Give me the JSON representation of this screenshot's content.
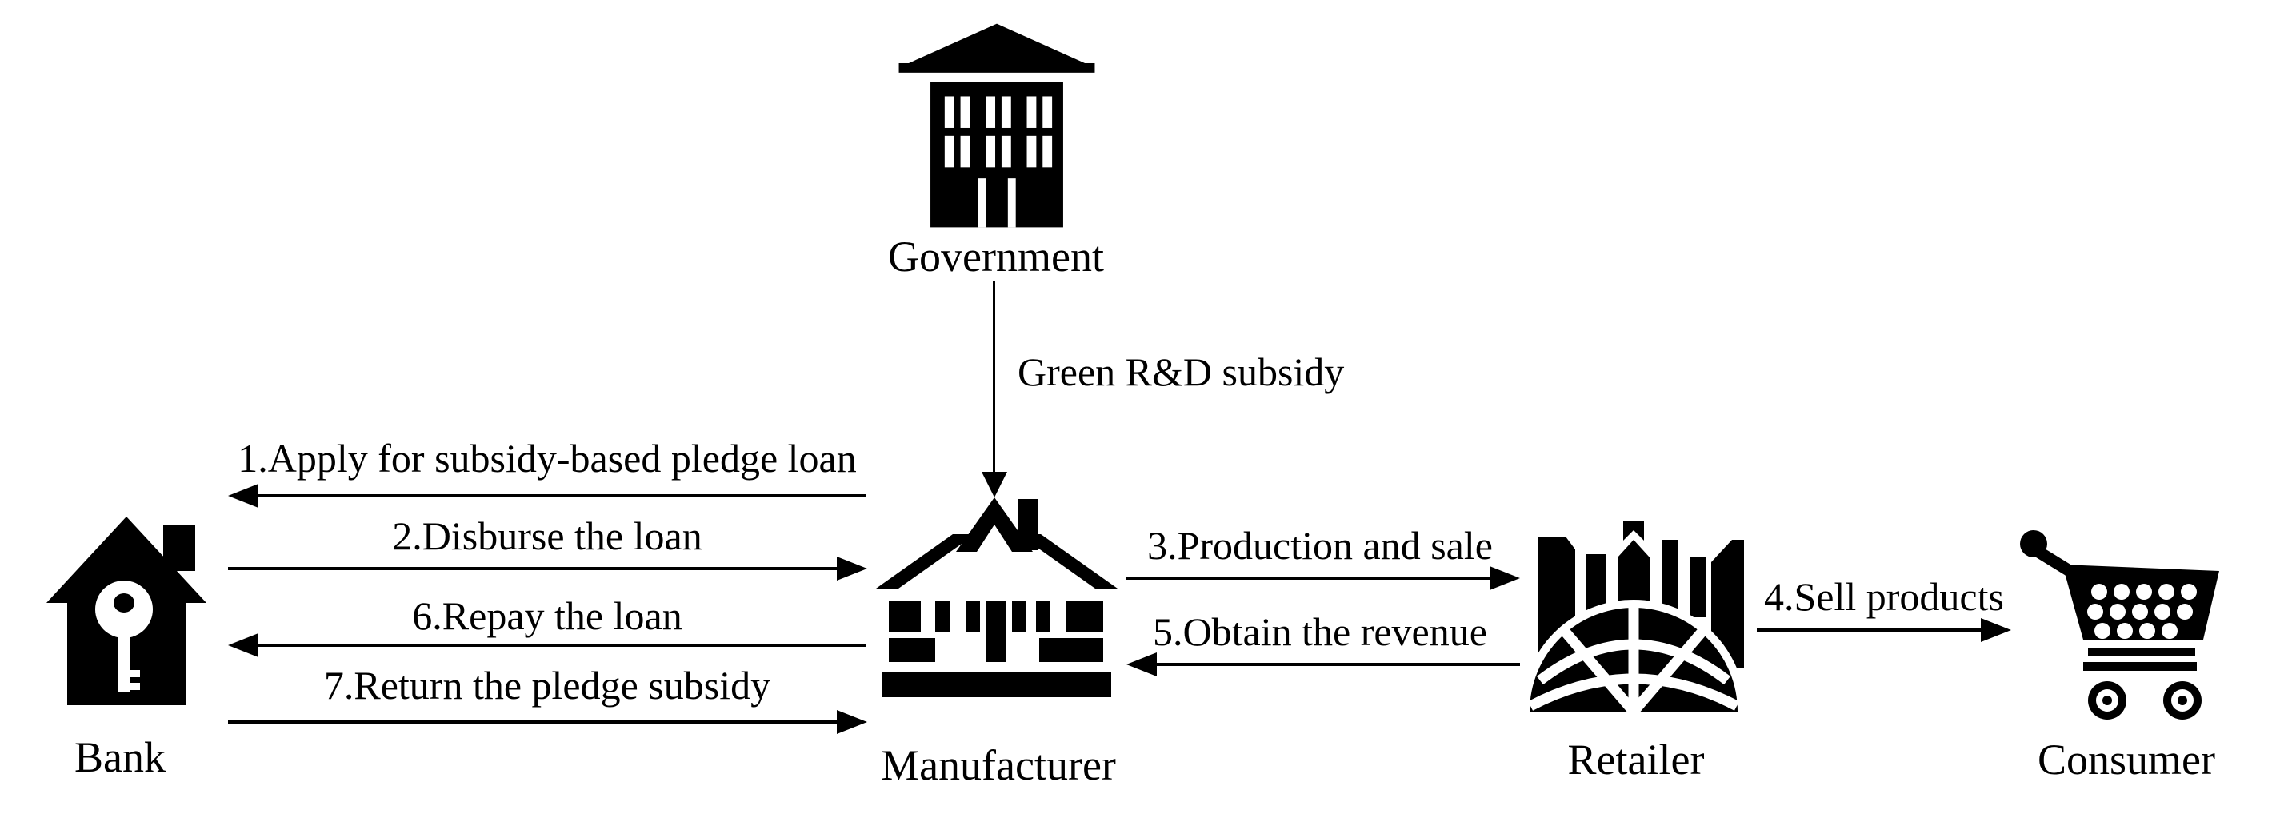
{
  "diagram": {
    "type": "flow-diagram",
    "description": "Green supply chain finance flow with government subsidy pledge loan",
    "colors": {
      "ink": "#000000",
      "background": "#ffffff"
    }
  },
  "entities": [
    {
      "id": "government",
      "label": "Government",
      "icon": "government-building-icon"
    },
    {
      "id": "bank",
      "label": "Bank",
      "icon": "bank-house-key-icon"
    },
    {
      "id": "manufacturer",
      "label": "Manufacturer",
      "icon": "manufacturer-house-icon"
    },
    {
      "id": "retailer",
      "label": "Retailer",
      "icon": "retailer-city-globe-icon"
    },
    {
      "id": "consumer",
      "label": "Consumer",
      "icon": "shopping-cart-icon"
    }
  ],
  "flows": [
    {
      "label": "Green R&D subsidy",
      "from": "government",
      "to": "manufacturer",
      "direction": "down"
    },
    {
      "label": "1.Apply for subsidy-based pledge loan",
      "from": "manufacturer",
      "to": "bank",
      "direction": "left"
    },
    {
      "label": "2.Disburse the loan",
      "from": "bank",
      "to": "manufacturer",
      "direction": "right"
    },
    {
      "label": "3.Production and sale",
      "from": "manufacturer",
      "to": "retailer",
      "direction": "right"
    },
    {
      "label": "4.Sell products",
      "from": "retailer",
      "to": "consumer",
      "direction": "right"
    },
    {
      "label": "5.Obtain the revenue",
      "from": "retailer",
      "to": "manufacturer",
      "direction": "left"
    },
    {
      "label": "6.Repay the loan",
      "from": "manufacturer",
      "to": "bank",
      "direction": "left"
    },
    {
      "label": "7.Return the pledge subsidy",
      "from": "bank",
      "to": "manufacturer",
      "direction": "right"
    }
  ]
}
